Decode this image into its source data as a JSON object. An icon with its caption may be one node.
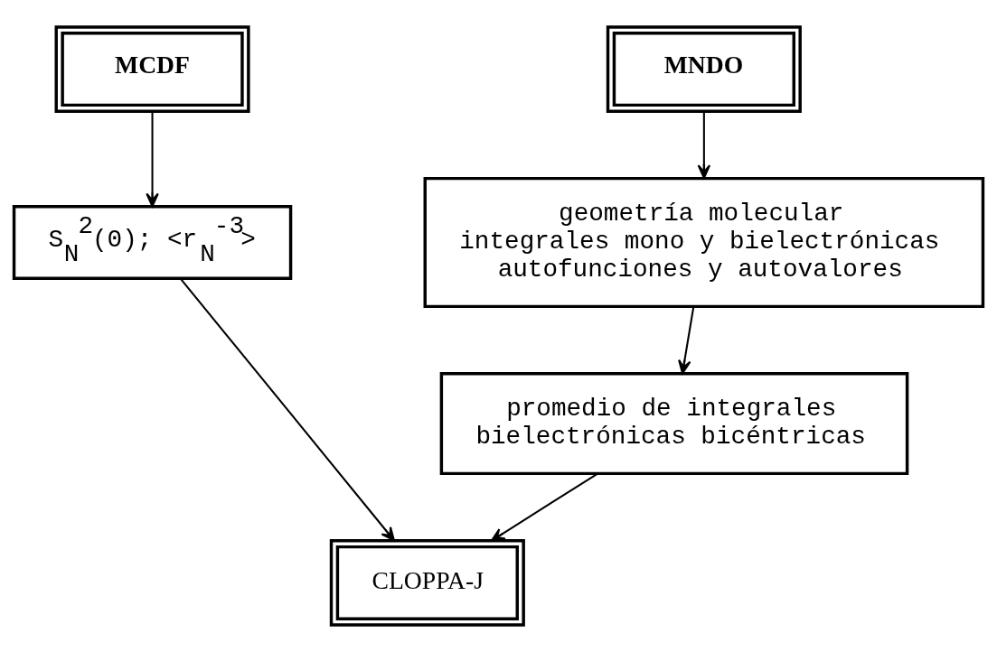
{
  "diagram": {
    "nodes": [
      {
        "text": [
          "MCDF"
        ]
      },
      {
        "text": [
          "MNDO"
        ]
      },
      {
        "text": [
          "S$_{N}$$^{2}$(0); <r$_{N}$$^{-3}$>"
        ]
      },
      {
        "text": [
          "geometría molecular",
          "integrales mono y bielectrónicas",
          "autofunciones y autovalores"
        ]
      },
      {
        "text": [
          "promedio de integrales bielectrónicas bicéntricas"
        ]
      },
      {
        "text": [
          "CLOPPA-J"
        ]
      }
    ],
    "edges": [
      {
        "from": 0,
        "to": 2,
        "arrow": "to"
      },
      {
        "from": 1,
        "to": 3,
        "arrow": "to"
      },
      {
        "from": 3,
        "to": 4,
        "arrow": "to"
      },
      {
        "from": 2,
        "to": 5,
        "arrow": "to"
      },
      {
        "from": 4,
        "to": 5,
        "arrow": "to"
      }
    ]
  }
}
